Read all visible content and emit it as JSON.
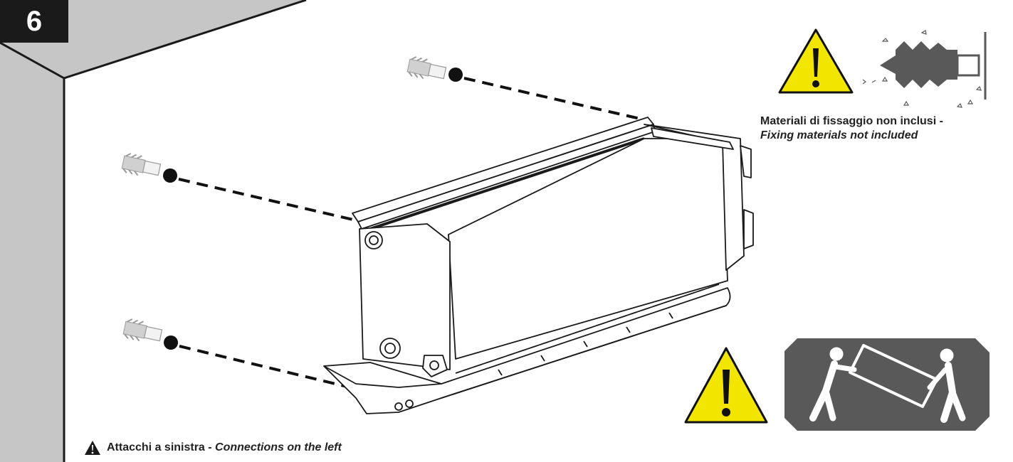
{
  "step": {
    "number": "6"
  },
  "notes": {
    "fixing_it": "Materiali di fissaggio non inclusi - ",
    "fixing_en": "Fixing materials not included",
    "connections_it": "Attacchi a sinistra - ",
    "connections_en": "Connections on the left"
  },
  "icons": {
    "warning": "warning-triangle-icon",
    "wall_plug": "wall-plug-icon",
    "two_person_lift": "two-person-lift-icon"
  },
  "colors": {
    "wall_grey": "#c6c6c6",
    "warning_yellow": "#f2e600",
    "dark_panel": "#595959",
    "badge": "#1a1a1a"
  }
}
